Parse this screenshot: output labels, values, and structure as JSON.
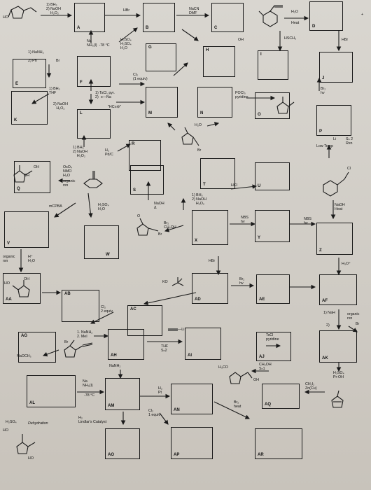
{
  "boxes": {
    "A": "A",
    "B": "B",
    "C": "C",
    "D": "D",
    "E": "E",
    "F": "F",
    "G": "G",
    "H": "H",
    "I": "I",
    "J": "J",
    "K": "K",
    "L": "L",
    "M": "M",
    "N": "N",
    "O": "O",
    "P": "P",
    "Q": "Q",
    "R": "R",
    "S": "S",
    "T": "T",
    "U": "U",
    "V": "V",
    "W": "W",
    "X": "X",
    "Y": "Y",
    "Z": "Z",
    "AA": "AA",
    "AB": "AB",
    "AC": "AC",
    "AD": "AD",
    "AE": "AE",
    "AF": "AF",
    "AG": "AG",
    "AH": "AH",
    "AI": "AI",
    "AJ": "AJ",
    "AK": "AK",
    "AL": "AL",
    "AM": "AM",
    "AN": "AN",
    "AO": "AO",
    "AP": "AP",
    "AQ": "AQ",
    "AR": "AR"
  },
  "reagents": {
    "r1": "1) BH₃\n2) NaOH\n    H₂O₂",
    "r2": "HBr",
    "r3": "NaCN\nDMF",
    "r4": "H₂O",
    "r5": "Heat",
    "r6": "Na\nNH₃(l)  -78 °C",
    "r7": "H₂SO₄\nH₂SO₄\nH₂O",
    "r8": "HSCH₃",
    "r9": "HBr",
    "r10": "1) NaNH₂",
    "r11": "2) Ph",
    "r11b": "Br",
    "r12": "Cl₂\n(1 equiv)",
    "r13": "1) BH₃\nTHF",
    "r14": "1) TsCl, pyr.\n2)  ≡—Na",
    "r15": "\"HC≡⊖\"",
    "r16": "2) NaOH\n   H₂O₂",
    "r17": "POCl₃\npyridine",
    "r18": "Br₂\nhv",
    "r19": "H₂O",
    "r20": "1) BH₃\n2) NaOH\n    H₂O₂",
    "r21": "H₂\nPd/C",
    "r22": "Li",
    "r23": "Sₙ 2\nRxn",
    "r24": "Low Temp",
    "r25": "OsO₄\nNMO\nH₂O",
    "r26": "organic\nrxn",
    "r27": "HCl",
    "r28": "mCPBA",
    "r29": "H₂SO₄\nH₂O",
    "r30": "NaOH\nΔ",
    "r31": "1) BH₃\n2) NaOH\n    H₂O₂",
    "r32": "NaOH\nHeat",
    "r33": "NBS\nhv",
    "r34": "NBS\nhv",
    "r35": "Br₂\nCH₃OH",
    "r36": "organic\nrxn",
    "r37": "H⁺\nH₂O",
    "r38": "HBr",
    "r39": "H₃O⁺",
    "r40": "KO",
    "r41": "Br₂\nhv",
    "r42": "Cl₂\n2 equiv.",
    "r43": "1) NaH",
    "r44": "organic\nrxn",
    "r45": "1. NaNH₂\n2. MeI",
    "r46": "—Li",
    "r47": "THF\nSₙ2",
    "r48": "TsCl\npyridine",
    "r49": "NaOCH₃",
    "r50": "Br",
    "r51": "NaNH₂",
    "r52": "H₃CO",
    "r53": "CH₃OH\nSₙ1",
    "r54": "H₂SO₄\nPr-OH",
    "r55": "Na\nNH₃(l)",
    "r56": "-78 °C",
    "r57": "H₂\nPt",
    "r58": "CH₂I₂\nZn(Cu)",
    "r59": "Br₂\nheat",
    "r60": "H₂SO₄",
    "r61": "Dehydration",
    "r62": "H₂\nLindlar's Catalyst",
    "r63": "Cl₂\n1 equiv",
    "r64": "HO",
    "r65": "HO",
    "r66": "OH",
    "r67": "HO",
    "r68": "OH",
    "r69": "OH",
    "r70": "OH",
    "r71": "Br",
    "r72": "Cl",
    "r73": "O",
    "r74": "Br",
    "r75": "OH",
    "r76": "+",
    "r77": "2)",
    "r78": "Br",
    "r79": "OH",
    "r80": "HO",
    "r81": "OH"
  }
}
